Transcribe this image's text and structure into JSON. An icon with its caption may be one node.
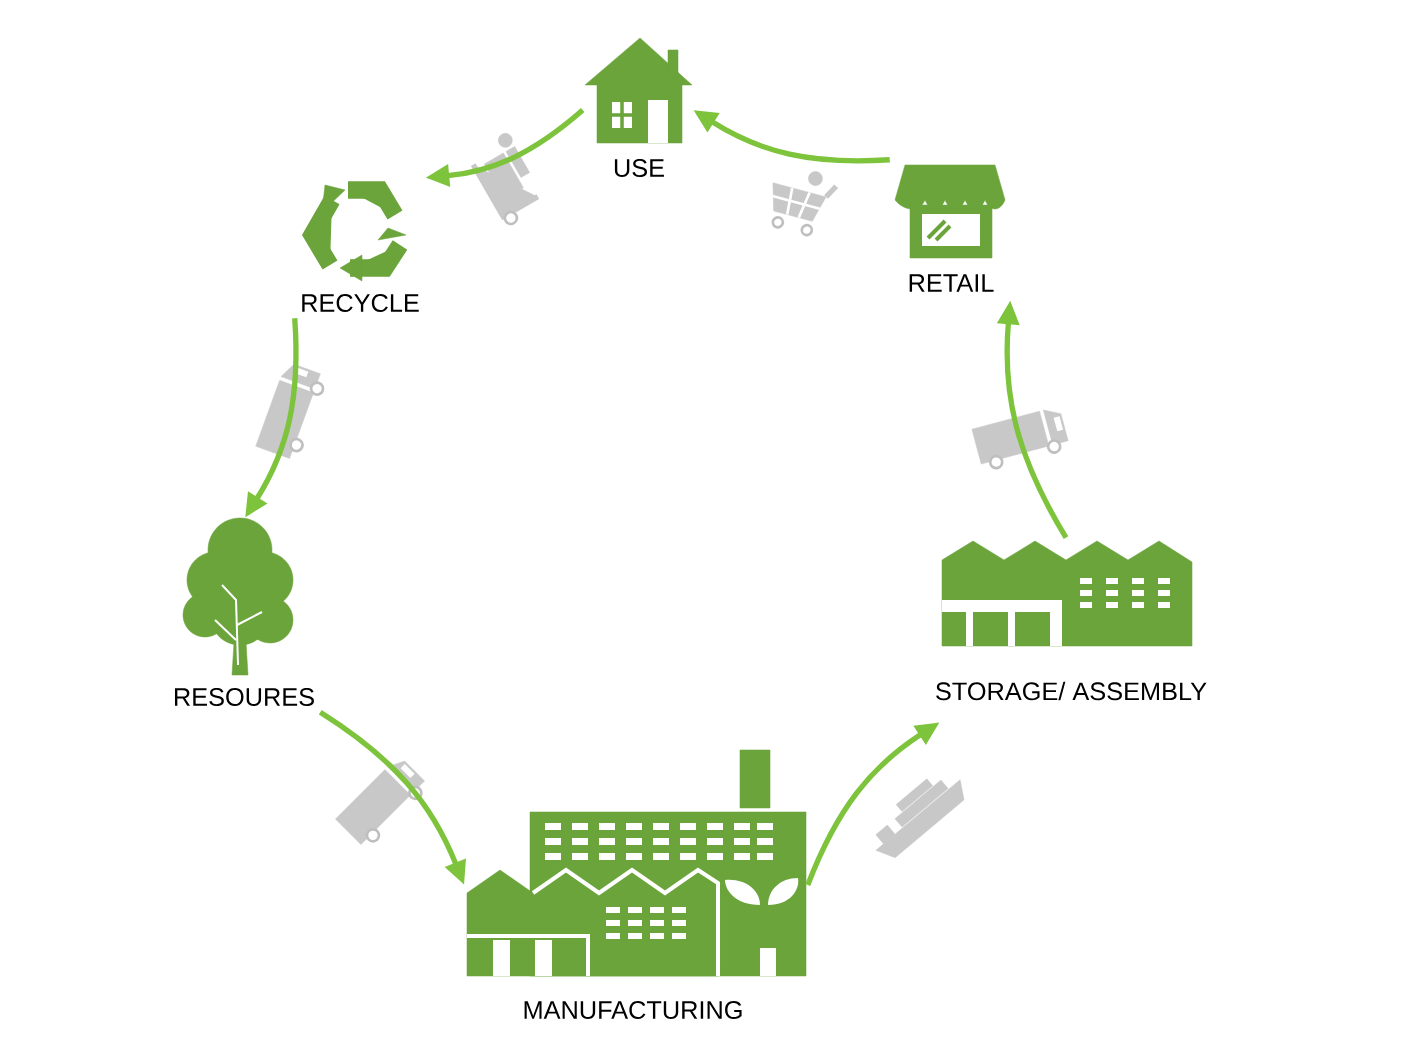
{
  "diagram": {
    "nodes": [
      {
        "text": [
          "USE"
        ]
      },
      {
        "text": [
          "RETAIL"
        ]
      },
      {
        "text": [
          "STORAGE/ ASSEMBLY"
        ]
      },
      {
        "text": [
          "MANUFACTURING"
        ]
      },
      {
        "text": [
          "RESOURES"
        ]
      },
      {
        "text": [
          "RECYCLE"
        ]
      }
    ],
    "edges": [
      {
        "from": 0,
        "to": 5,
        "arrow": "to"
      },
      {
        "from": 5,
        "to": 4,
        "arrow": "to"
      },
      {
        "from": 4,
        "to": 3,
        "arrow": "to"
      },
      {
        "from": 3,
        "to": 2,
        "arrow": "to"
      },
      {
        "from": 2,
        "to": 1,
        "arrow": "to"
      },
      {
        "from": 1,
        "to": 0,
        "arrow": "to"
      }
    ]
  }
}
